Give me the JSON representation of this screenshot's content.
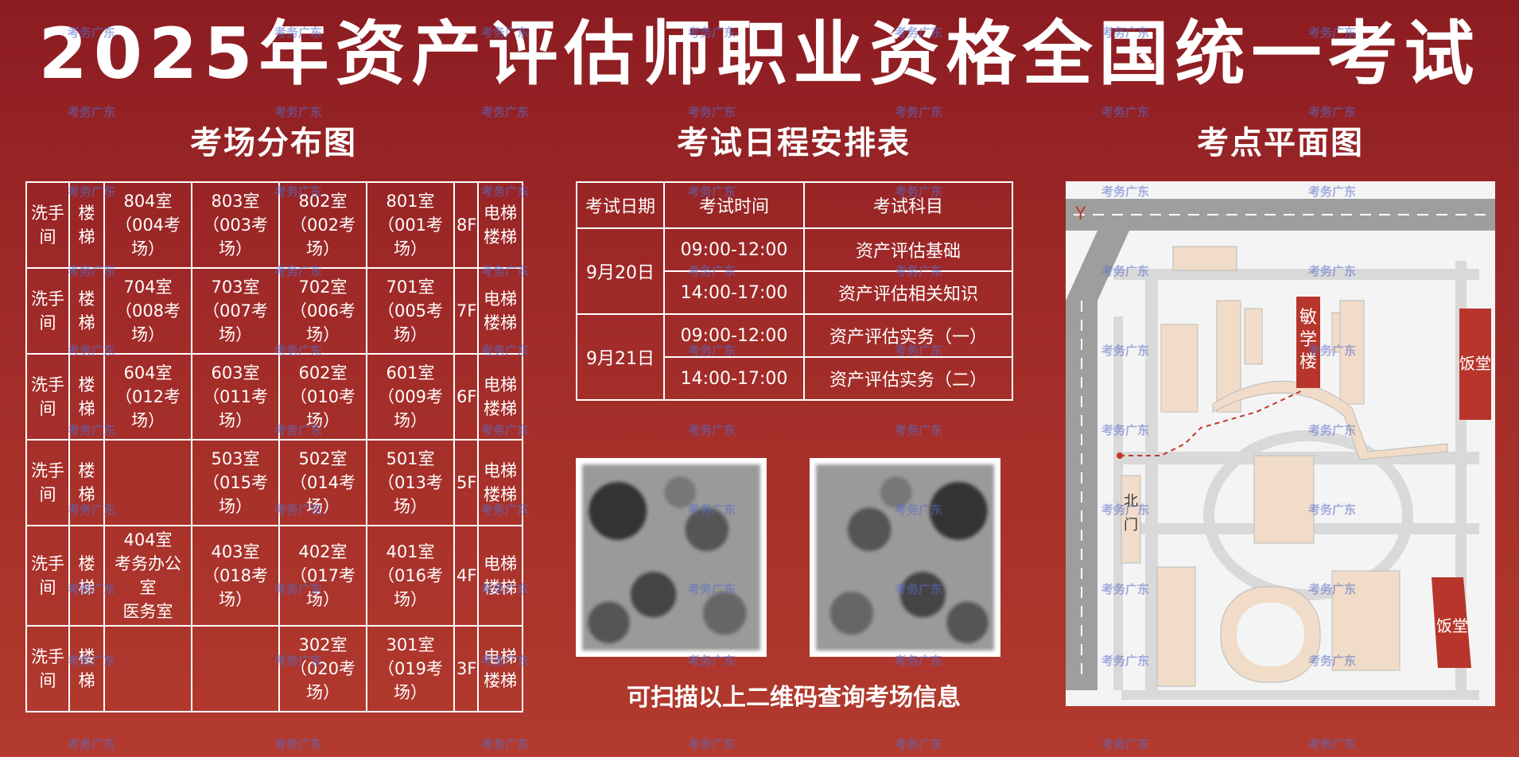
{
  "title": "2025年资产评估师职业资格全国统一考试",
  "sections": {
    "rooms": "考场分布图",
    "schedule": "考试日程安排表",
    "map": "考点平面图"
  },
  "rooms_table": [
    {
      "washroom": "洗手间",
      "stairs": "楼梯",
      "rooms": [
        "804室\n（004考场）",
        "803室\n（003考场）",
        "802室\n（002考场）",
        "801室\n（001考场）"
      ],
      "floor": "8F",
      "elevator": "电梯\n楼梯"
    },
    {
      "washroom": "洗手间",
      "stairs": "楼梯",
      "rooms": [
        "704室\n（008考场）",
        "703室\n（007考场）",
        "702室\n（006考场）",
        "701室\n（005考场）"
      ],
      "floor": "7F",
      "elevator": "电梯\n楼梯"
    },
    {
      "washroom": "洗手间",
      "stairs": "楼梯",
      "rooms": [
        "604室\n（012考场）",
        "603室\n（011考场）",
        "602室\n（010考场）",
        "601室\n（009考场）"
      ],
      "floor": "6F",
      "elevator": "电梯\n楼梯"
    },
    {
      "washroom": "洗手间",
      "stairs": "楼梯",
      "rooms": [
        "",
        "503室\n（015考场）",
        "502室\n（014考场）",
        "501室\n（013考场）"
      ],
      "floor": "5F",
      "elevator": "电梯\n楼梯"
    },
    {
      "washroom": "洗手间",
      "stairs": "楼梯",
      "rooms": [
        "404室\n考务办公室\n医务室",
        "403室\n（018考场）",
        "402室\n（017考场）",
        "401室\n（016考场）"
      ],
      "floor": "4F",
      "elevator": "电梯\n楼梯"
    },
    {
      "washroom": "洗手间",
      "stairs": "楼梯",
      "rooms": [
        "",
        "",
        "302室\n（020考场）",
        "301室\n（019考场）"
      ],
      "floor": "3F",
      "elevator": "电梯\n楼梯"
    }
  ],
  "schedule": {
    "headers": [
      "考试日期",
      "考试时间",
      "考试科目"
    ],
    "days": [
      {
        "date": "9月20日",
        "sessions": [
          {
            "time": "09:00-12:00",
            "subject": "资产评估基础"
          },
          {
            "time": "14:00-17:00",
            "subject": "资产评估相关知识"
          }
        ]
      },
      {
        "date": "9月21日",
        "sessions": [
          {
            "time": "09:00-12:00",
            "subject": "资产评估实务（一）"
          },
          {
            "time": "14:00-17:00",
            "subject": "资产评估实务（二）"
          }
        ]
      }
    ]
  },
  "qr_caption": "可扫描以上二维码查询考场信息",
  "map": {
    "teaching_building": "敏学楼",
    "canteen1": "饭堂",
    "canteen2": "饭堂",
    "north_gate": "北门"
  },
  "watermark": "考务广东",
  "colors": {
    "bg_top": "#8c1c22",
    "bg_bottom": "#b23a2e",
    "building": "#f0dcc8",
    "road": "#d9d9d9",
    "red_block": "#b8352c"
  }
}
